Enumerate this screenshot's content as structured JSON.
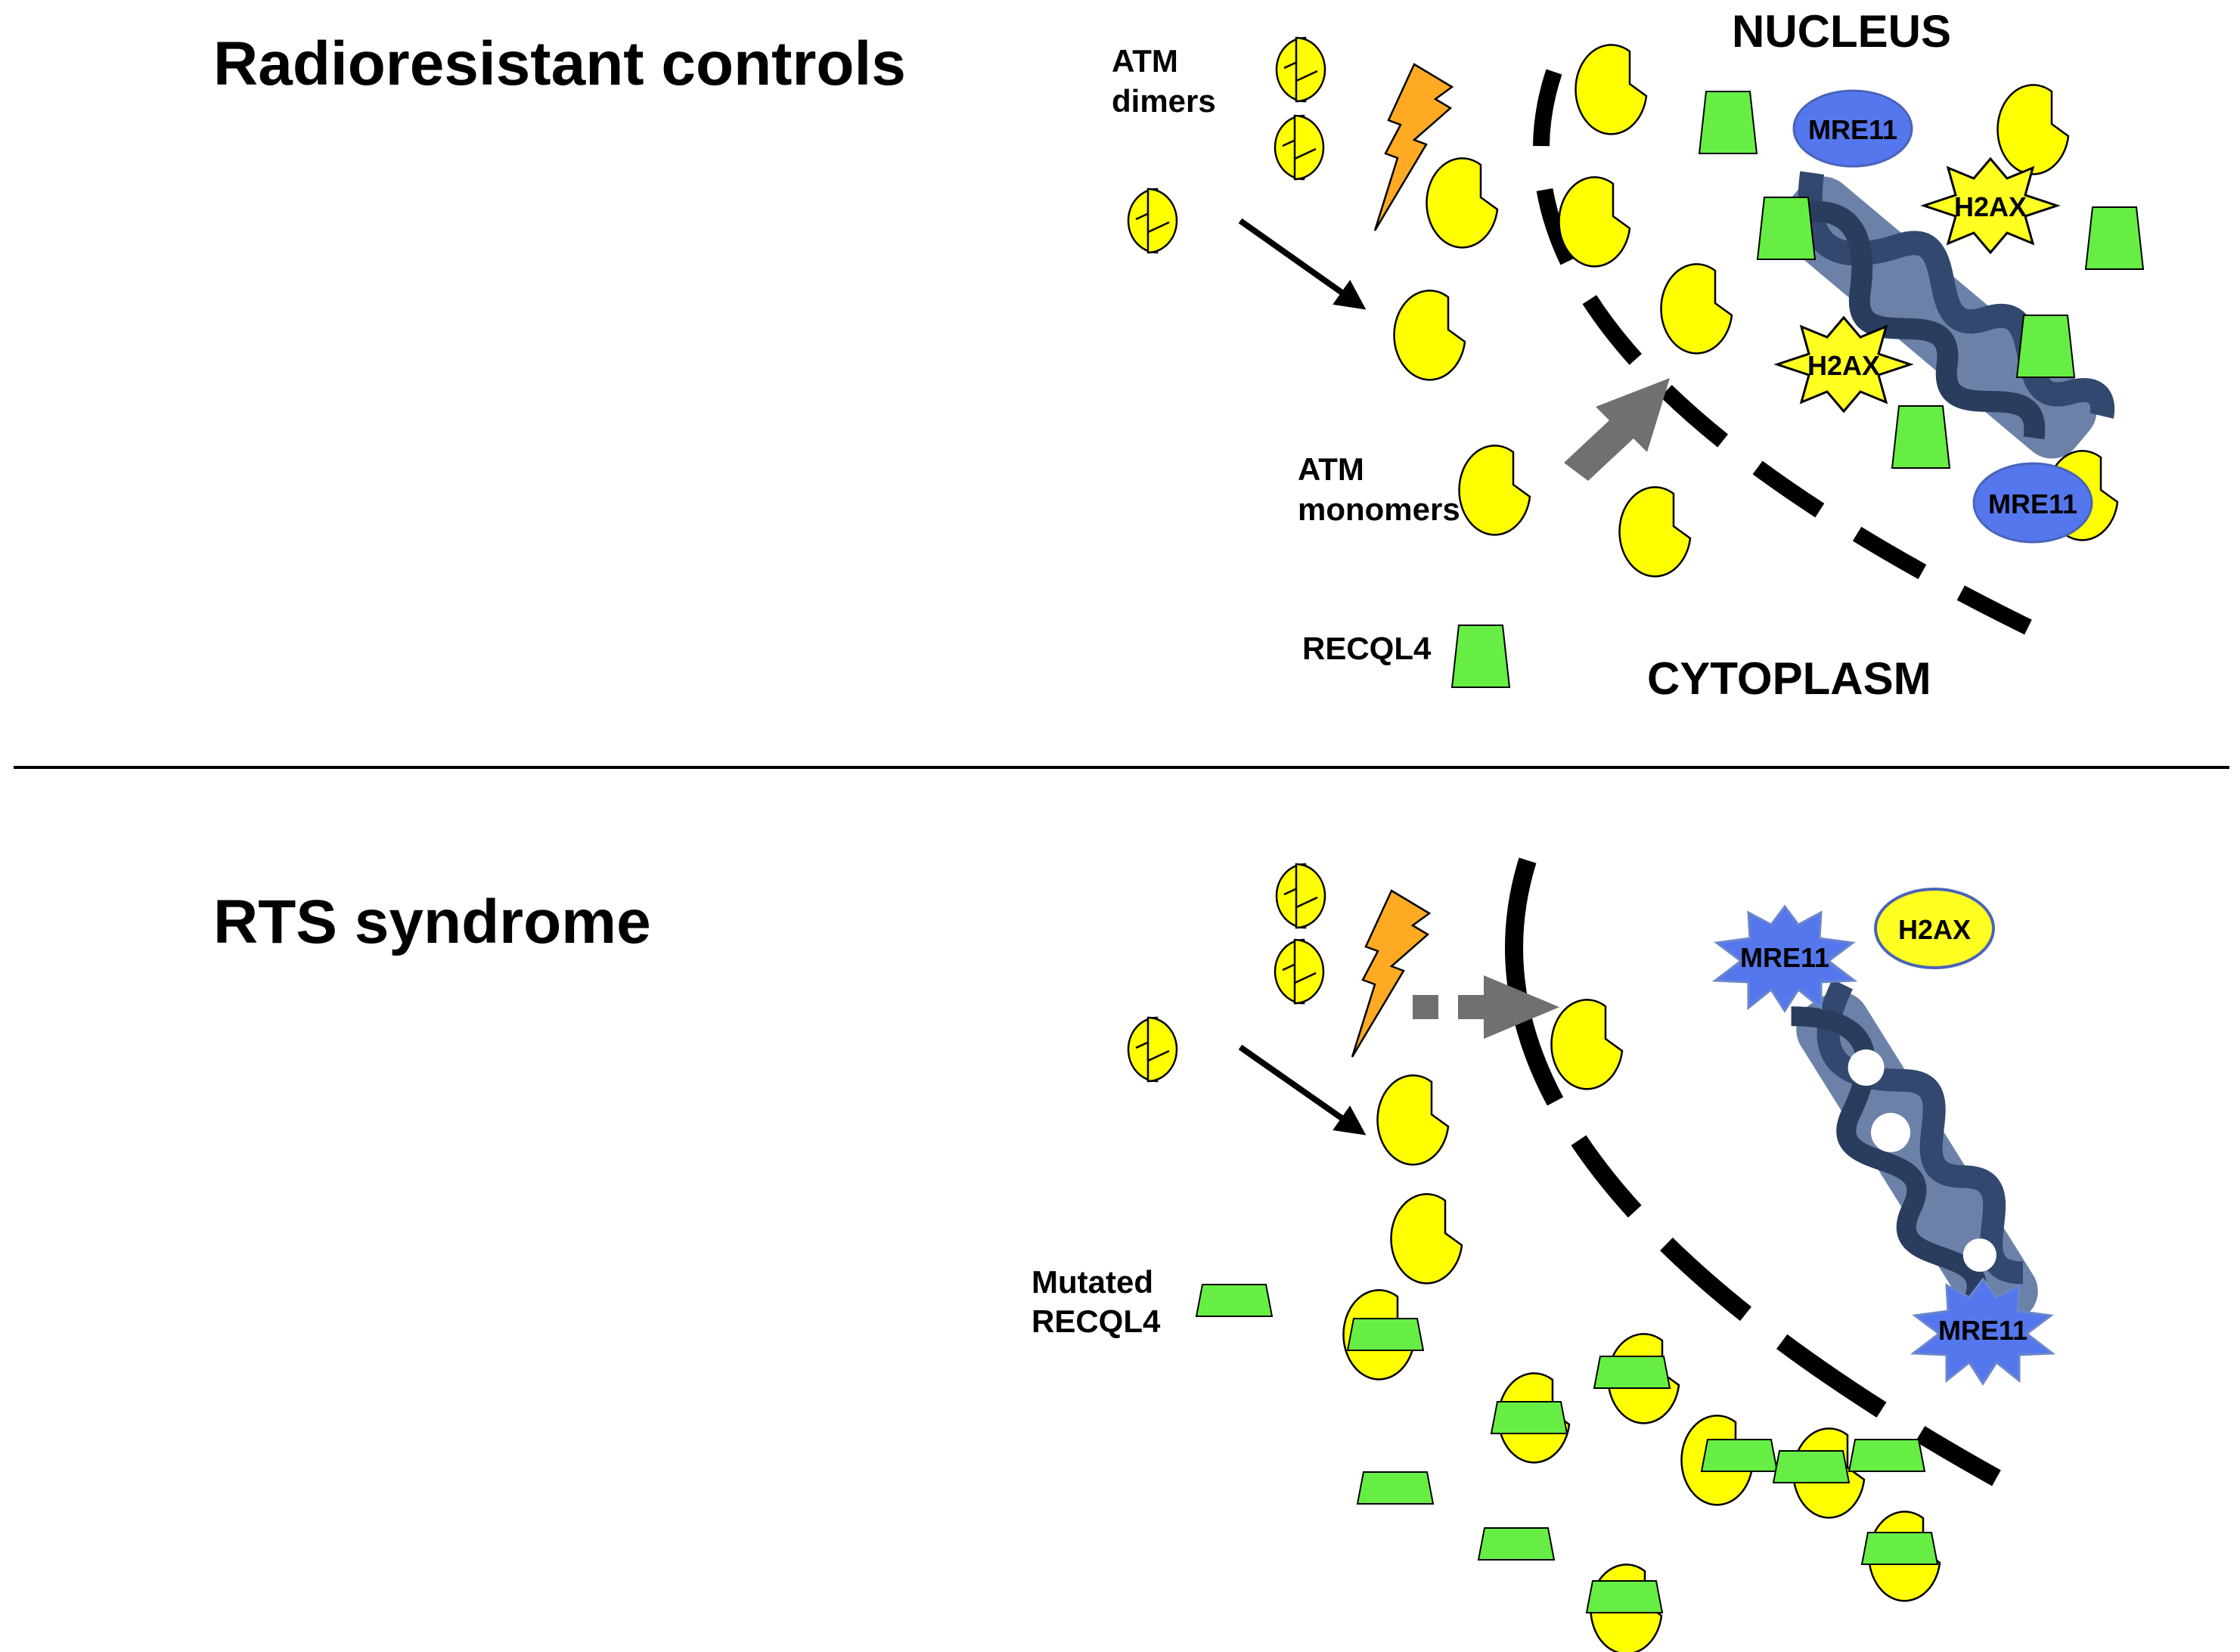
{
  "colors": {
    "atm_yellow": "#ffff00",
    "recql4_green": "#66ee44",
    "mre11_blue": "#5577ee",
    "h2ax_yellow": "#ffff22",
    "lightning_orange": "#ffaa22",
    "dna_dark": "#33486e",
    "dna_light": "#5b739f",
    "membrane": "#000000",
    "import_arrow": "#707070",
    "divider": "#000000"
  },
  "top_panel": {
    "title": "Radioresistant controls",
    "label_atm_dimers": [
      "ATM",
      "dimers"
    ],
    "label_atm_monomers": [
      "ATM",
      "monomers"
    ],
    "label_recql4": "RECQL4",
    "label_nucleus": "NUCLEUS",
    "label_cytoplasm": "CYTOPLASM",
    "mre11_labels": [
      "MRE11",
      "MRE11"
    ],
    "h2ax_labels": [
      "H2AX",
      "H2AX"
    ]
  },
  "bottom_panel": {
    "title": "RTS syndrome",
    "label_mutated_recql4": [
      "Mutated",
      "RECQL4"
    ],
    "mre11_labels": [
      "MRE11",
      "MRE11"
    ],
    "h2ax_label": "H2AX"
  }
}
